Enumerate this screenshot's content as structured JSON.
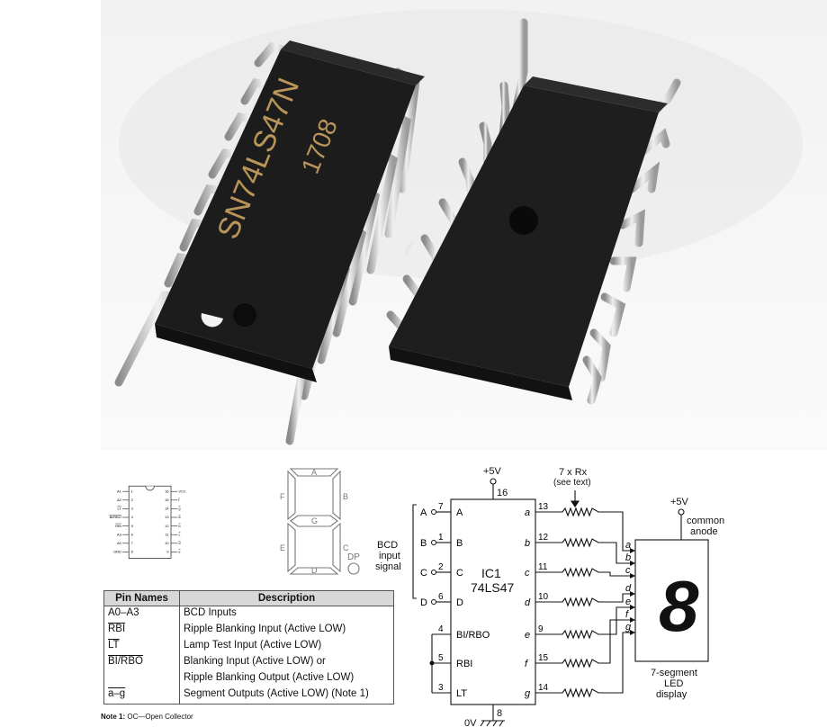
{
  "photo": {
    "chip_marking": "SN74LS47N",
    "date_code": "1708"
  },
  "pinout": {
    "left_pins": [
      {
        "num": "1",
        "label": "A1"
      },
      {
        "num": "2",
        "label": "A2"
      },
      {
        "num": "3",
        "label": "LT"
      },
      {
        "num": "4",
        "label": "BI/RBO"
      },
      {
        "num": "5",
        "label": "RBI"
      },
      {
        "num": "6",
        "label": "A3"
      },
      {
        "num": "7",
        "label": "A0"
      },
      {
        "num": "8",
        "label": "GND"
      }
    ],
    "right_pins": [
      {
        "num": "16",
        "label": "VCC"
      },
      {
        "num": "15",
        "label": "f"
      },
      {
        "num": "14",
        "label": "g"
      },
      {
        "num": "13",
        "label": "a"
      },
      {
        "num": "12",
        "label": "b"
      },
      {
        "num": "11",
        "label": "c"
      },
      {
        "num": "10",
        "label": "d"
      },
      {
        "num": "9",
        "label": "e"
      }
    ]
  },
  "segment_diagram": {
    "segments": [
      "A",
      "B",
      "C",
      "D",
      "E",
      "F",
      "G"
    ],
    "dp_label": "DP"
  },
  "pin_table": {
    "headers": [
      "Pin Names",
      "Description"
    ],
    "rows": [
      {
        "name": "A0–A3",
        "desc": "BCD Inputs"
      },
      {
        "name": "RBI",
        "desc": "Ripple Blanking Input (Active LOW)"
      },
      {
        "name": "LT",
        "desc": "Lamp Test Input (Active LOW)"
      },
      {
        "name": "BI/RBO",
        "desc": "Blanking Input (Active LOW) or"
      },
      {
        "name": "",
        "desc": "Ripple Blanking Output (Active LOW)"
      },
      {
        "name": "a–g",
        "desc": "Segment Outputs (Active LOW) (Note 1)"
      }
    ],
    "note_label": "Note 1:",
    "note_text": "OC—Open Collector"
  },
  "circuit": {
    "ic_name": "IC1",
    "ic_part": "74LS47",
    "supply": "+5V",
    "supply_pin": "16",
    "ground_pin": "8",
    "ground_label": "0V",
    "resistors_label_1": "7 x Rx",
    "resistors_label_2": "(see text)",
    "bcd_label_1": "BCD",
    "bcd_label_2": "input",
    "bcd_label_3": "signal",
    "inputs": [
      {
        "name": "A",
        "pin": "7"
      },
      {
        "name": "B",
        "pin": "1"
      },
      {
        "name": "C",
        "pin": "2"
      },
      {
        "name": "D",
        "pin": "6"
      }
    ],
    "control_pins": [
      {
        "name": "BI/RBO",
        "pin": "4"
      },
      {
        "name": "RBI",
        "pin": "5"
      },
      {
        "name": "LT",
        "pin": "3"
      }
    ],
    "outputs": [
      {
        "name": "a",
        "pin": "13"
      },
      {
        "name": "b",
        "pin": "12"
      },
      {
        "name": "c",
        "pin": "11"
      },
      {
        "name": "d",
        "pin": "10"
      },
      {
        "name": "e",
        "pin": "9"
      },
      {
        "name": "f",
        "pin": "15"
      },
      {
        "name": "g",
        "pin": "14"
      }
    ],
    "display_supply": "+5V",
    "common_anode_1": "common",
    "common_anode_2": "anode",
    "display_digit": "8",
    "display_label_1": "7-segment",
    "display_label_2": "LED",
    "display_label_3": "display"
  }
}
